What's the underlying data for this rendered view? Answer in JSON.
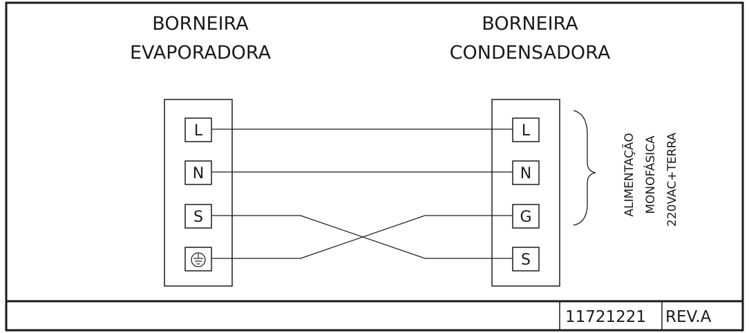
{
  "diagram": {
    "left_block": {
      "title_line1": "BORNEIRA",
      "title_line2": "EVAPORADORA",
      "terminals": [
        "L",
        "N",
        "S",
        "earth-ground-icon"
      ]
    },
    "right_block": {
      "title_line1": "BORNEIRA",
      "title_line2": "CONDENSADORA",
      "terminals": [
        "L",
        "N",
        "G",
        "S"
      ]
    },
    "supply_note": {
      "line1": "ALIMENTAÇÃO",
      "line2": "MONOFÁSICA",
      "line3": "220VAC+TERRA"
    },
    "connections": [
      {
        "from": "L",
        "to": "L"
      },
      {
        "from": "N",
        "to": "N"
      },
      {
        "from": "S",
        "to": "S"
      },
      {
        "from": "earth-ground-icon",
        "to": "G"
      }
    ]
  },
  "title_block": {
    "part_number": "11721221",
    "revision": "REV.A"
  }
}
